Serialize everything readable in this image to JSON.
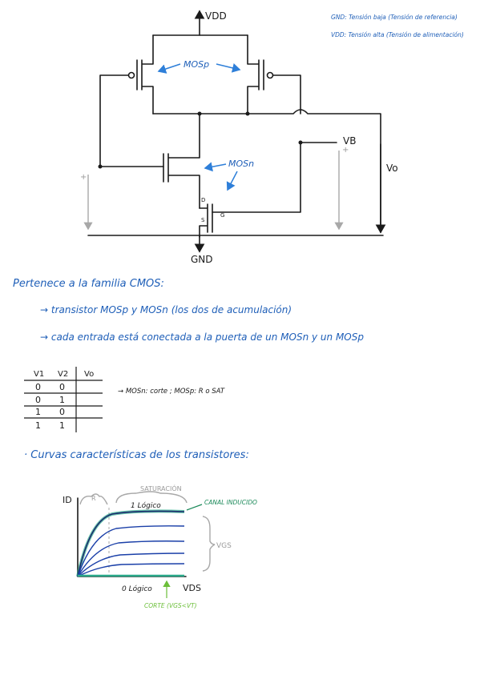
{
  "circuit": {
    "vdd_label": "VDD",
    "gnd_label": "GND",
    "mosp_label": "MOSp",
    "mosn_label": "MOSn",
    "vb_label": "VB",
    "vo_label": "Vo",
    "drain_label": "D",
    "source_label": "S",
    "gate_label": "G",
    "plus_left": "+",
    "plus_right": "+"
  },
  "legend": {
    "gnd_line": "GND: Tensión baja (Tensión de referencia)",
    "vdd_line": "VDD: Tensión alta (Tensión de alimentación)"
  },
  "notes": {
    "heading": "Pertenece a la familia CMOS:",
    "bullet1": "→ transistor MOSp y MOSn (los dos de acumulación)",
    "bullet2": "→ cada entrada está conectada a la puerta de un MOSn y un MOSp"
  },
  "truth_table": {
    "headers": [
      "V1",
      "V2",
      "Vo"
    ],
    "rows": [
      [
        "0",
        "0",
        ""
      ],
      [
        "0",
        "1",
        ""
      ],
      [
        "1",
        "0",
        ""
      ],
      [
        "1",
        "1",
        ""
      ]
    ],
    "note": "→ MOSn: corte ; MOSp: R o SAT"
  },
  "curves_section": {
    "heading": "· Curvas características de los transistores:",
    "y_axis": "ID",
    "x_axis": "VDS",
    "region_r": "R",
    "saturacion": "SATURACIÓN",
    "logico_1": "1 Lógico",
    "logico_0": "0 Lógico",
    "canal_inducido": "CANAL INDUCIDO",
    "vgs": "VGS",
    "corte": "CORTE (VGS<VT)"
  }
}
